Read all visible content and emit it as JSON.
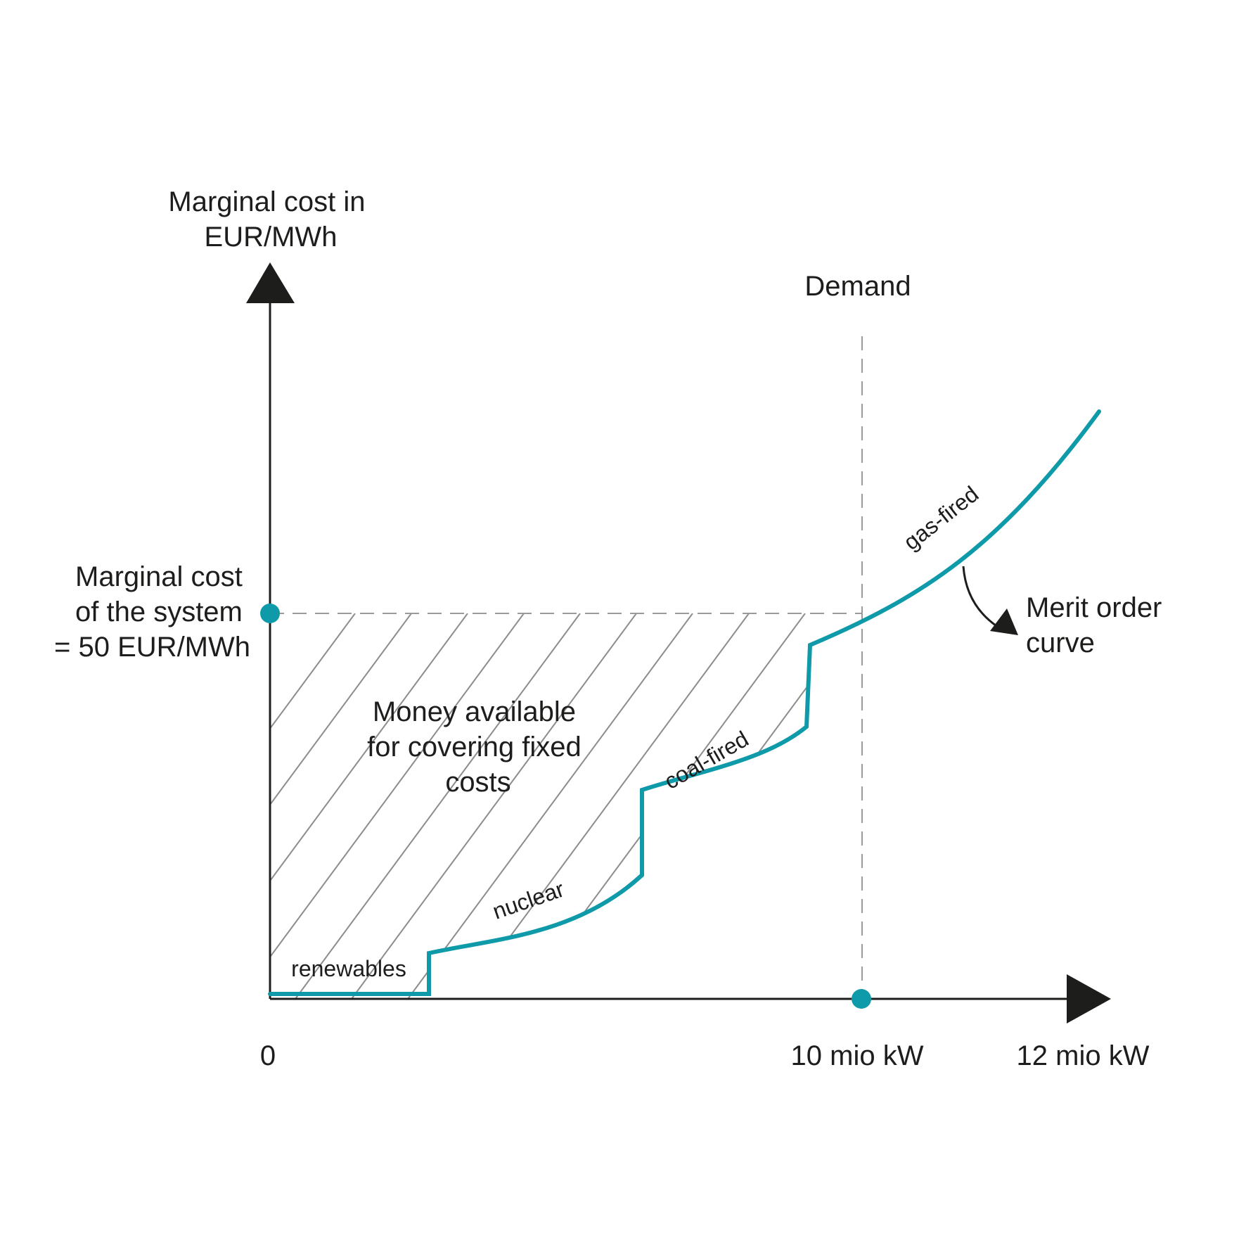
{
  "diagram": {
    "y_axis_label": [
      "Marginal cost in",
      "EUR/MWh"
    ],
    "system_cost_label": [
      "Marginal cost",
      "of the system",
      "= 50 EUR/MWh"
    ],
    "demand_label": "Demand",
    "x_tick_labels": [
      "0",
      "10 mio kW",
      "12 mio kW"
    ],
    "shaded_area_label": [
      "Money available",
      "for covering fixed",
      "costs"
    ],
    "curve_label": [
      "Merit order",
      "curve"
    ],
    "segments": [
      "renewables",
      "nuclear",
      "coal-fired",
      "gas-fired"
    ]
  },
  "colors": {
    "curve": "#0f9aaa",
    "axis": "#1d1d1b",
    "hatch": "#8c8c8c",
    "guide": "#9a9a9a",
    "marker": "#0f9aaa"
  }
}
